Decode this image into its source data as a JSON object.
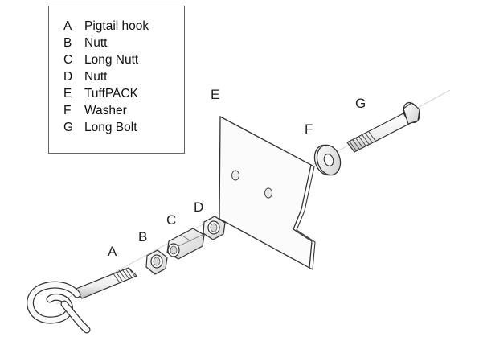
{
  "legend": {
    "items": [
      {
        "letter": "A",
        "label": "Pigtail hook"
      },
      {
        "letter": "B",
        "label": "Nutt"
      },
      {
        "letter": "C",
        "label": "Long Nutt"
      },
      {
        "letter": "D",
        "label": "Nutt"
      },
      {
        "letter": "E",
        "label": "TuffPACK"
      },
      {
        "letter": "F",
        "label": "Washer"
      },
      {
        "letter": "G",
        "label": "Long Bolt"
      }
    ]
  },
  "callouts": {
    "a": "A",
    "b": "B",
    "c": "C",
    "d": "D",
    "e": "E",
    "f": "F",
    "g": "G"
  }
}
